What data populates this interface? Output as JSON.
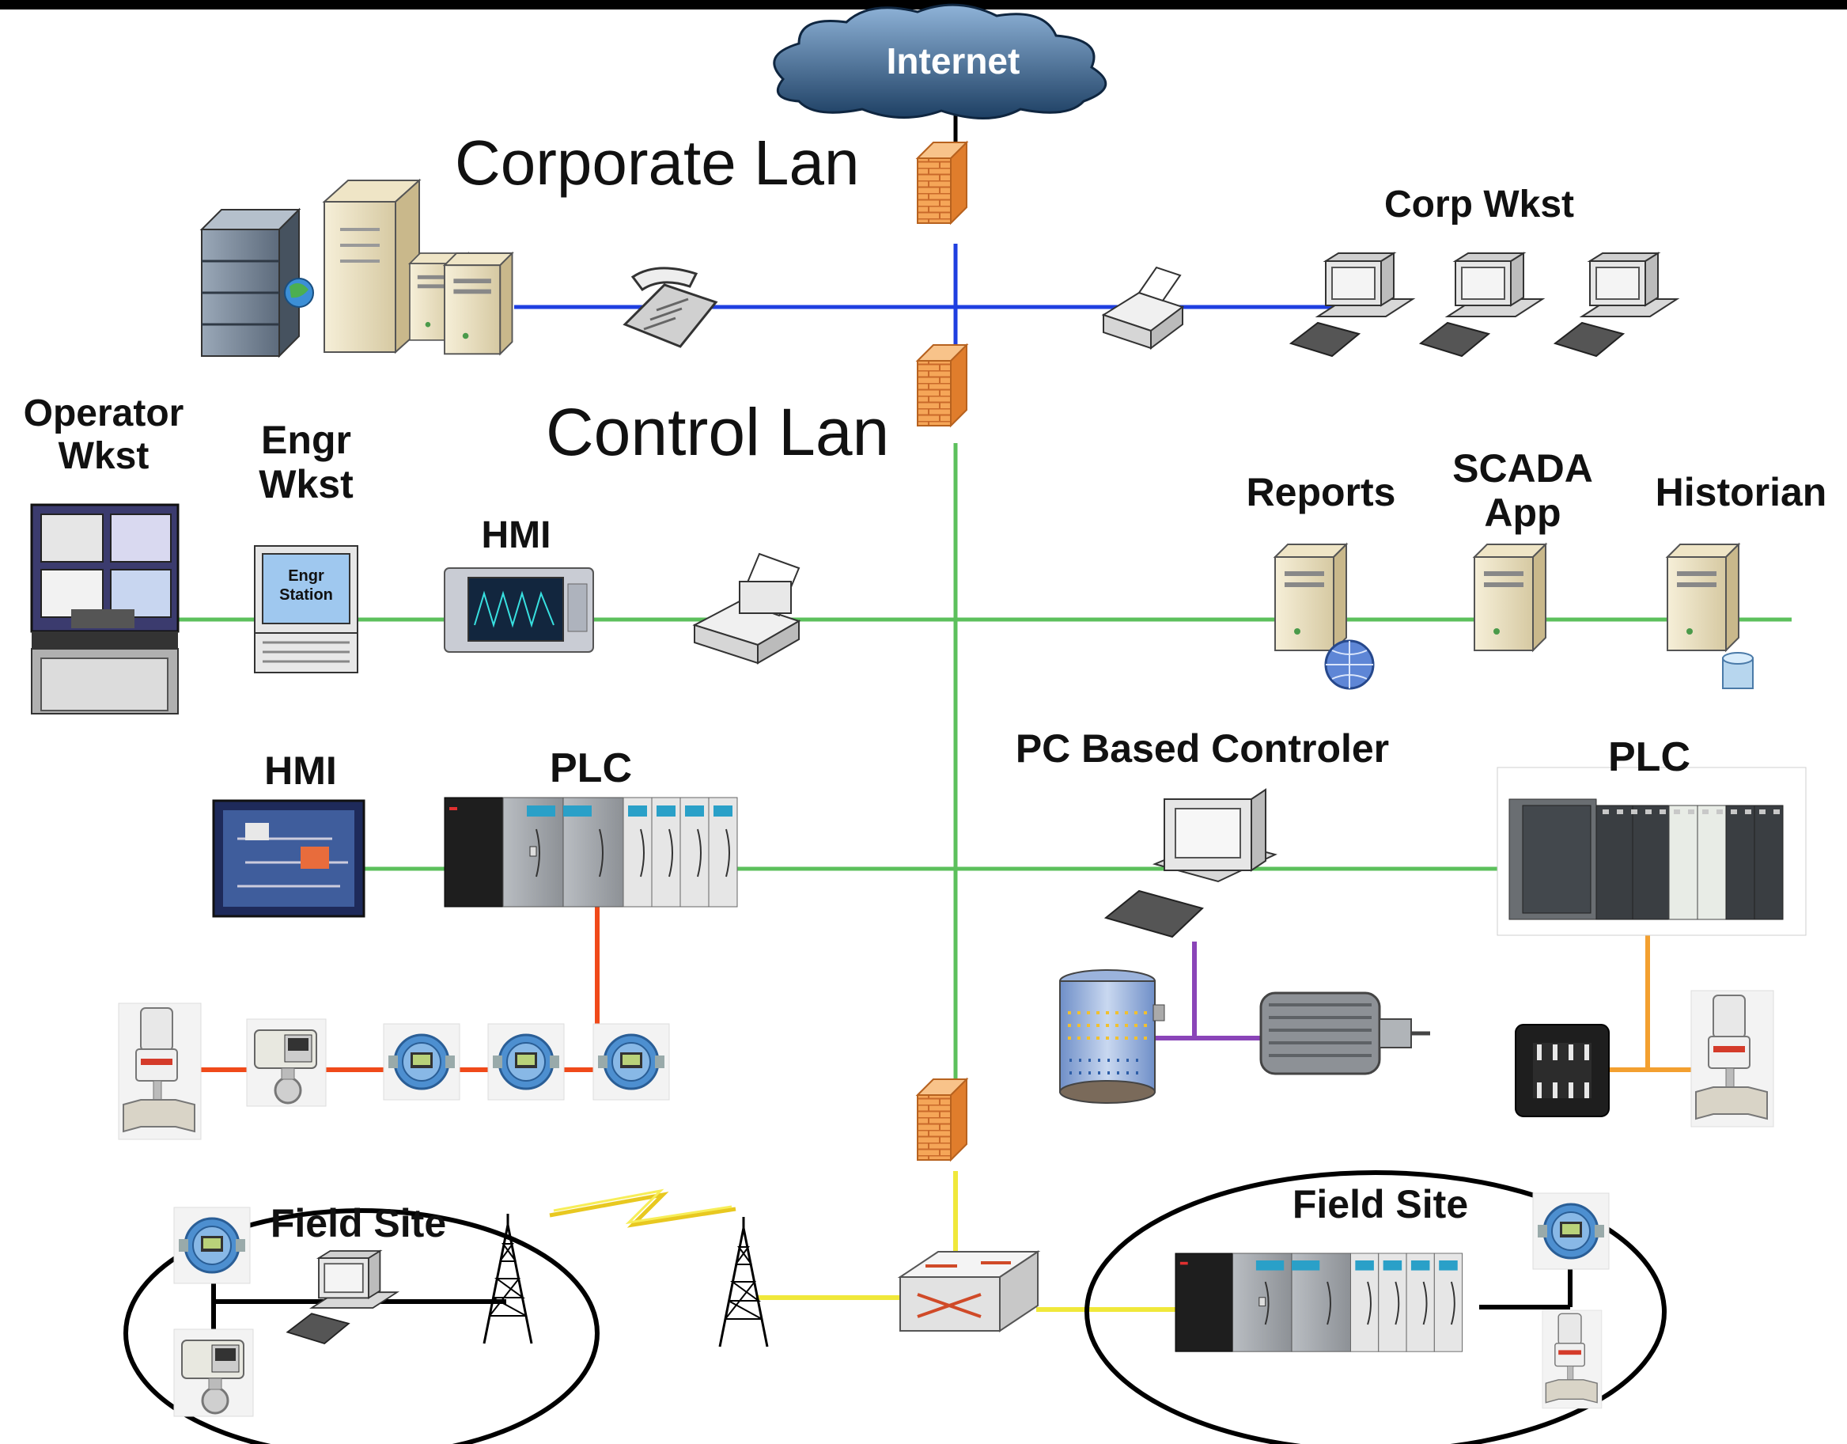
{
  "labels": {
    "internet": "Internet",
    "corporate_lan": "Corporate Lan",
    "control_lan": "Control Lan",
    "corp_wkst": "Corp Wkst",
    "operator_wkst": "Operator\nWkst",
    "engr_wkst": "Engr\nWkst",
    "engr_station_screen": "Engr\nStation",
    "hmi_top": "HMI",
    "reports": "Reports",
    "scada_app": "SCADA\nApp",
    "historian": "Historian",
    "hmi_mid": "HMI",
    "plc_left": "PLC",
    "pc_based_controller": "PC Based Controler",
    "plc_right": "PLC",
    "field_site_left": "Field Site",
    "field_site_right": "Field Site"
  },
  "colors": {
    "corporate_lan": "#1f3fe0",
    "control_lan": "#5cc05c",
    "field_bus_left": "#f04a1a",
    "field_bus_pc": "#8a44b8",
    "field_bus_right": "#f3a030",
    "wan": "#f0e83a",
    "field_site_link": "#000000"
  },
  "icons": [
    "cloud-icon",
    "firewall-icon",
    "server-rack-icon",
    "phone-icon",
    "printer-icon",
    "workstation-icon",
    "operator-console-icon",
    "laptop-icon",
    "hmi-panel-icon",
    "server-icon",
    "plc-rack-icon",
    "valve-icon",
    "transmitter-icon",
    "tank-icon",
    "motor-icon",
    "io-module-icon",
    "radio-tower-icon",
    "router-icon",
    "lightning-icon"
  ]
}
